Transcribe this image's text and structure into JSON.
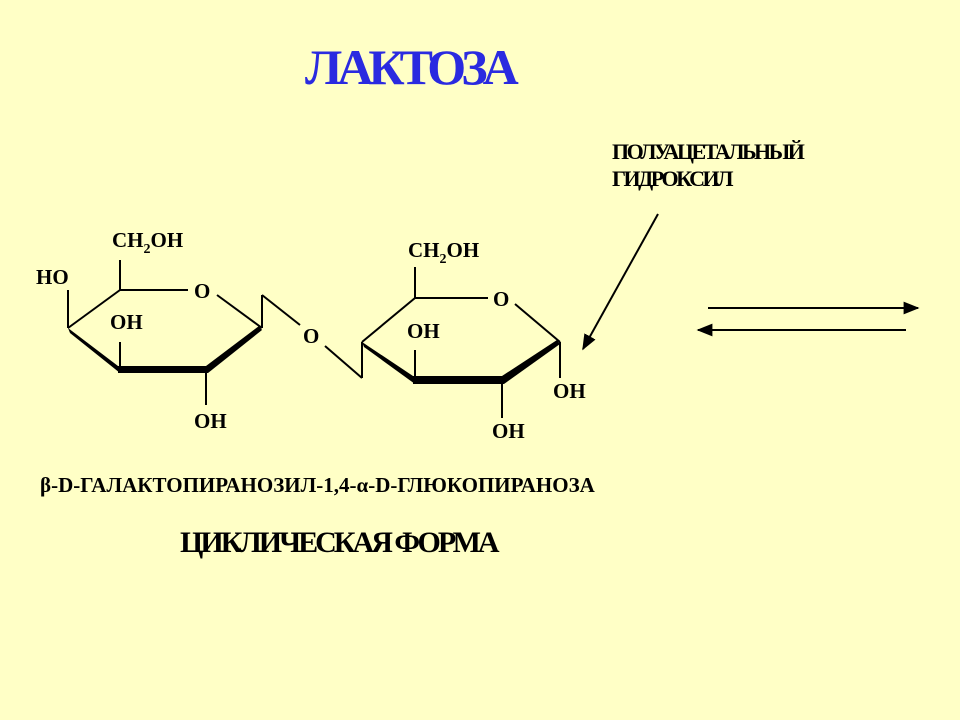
{
  "title": "ЛАКТОЗА",
  "annotation": {
    "line1": "ПОЛУАЦЕТАЛЬНЫЙ",
    "line2": "ГИДРОКСИЛ"
  },
  "caption": {
    "beta": "β",
    "part1": "-D-ГАЛАКТОПИРАНОЗИЛ-1,4-",
    "alpha": "α",
    "part2": "-D-ГЛЮКОПИРАНОЗА"
  },
  "form_label": "ЦИКЛИЧЕСКАЯ ФОРМА",
  "molecule": {
    "ch2": "CH",
    "sub2": "2",
    "oh": "OH",
    "ho": "HO",
    "o": "O"
  },
  "colors": {
    "background": "#FFFFC6",
    "title": "#2A2AE0",
    "text": "#000000"
  },
  "icons": [
    "equilibrium-arrows-icon",
    "pointer-arrow-icon"
  ]
}
